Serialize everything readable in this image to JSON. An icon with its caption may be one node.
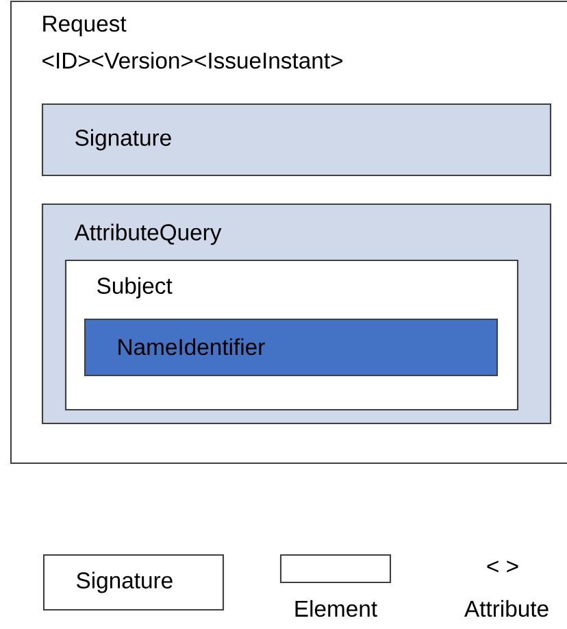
{
  "diagram": {
    "nodes": [
      {
        "text": [
          "Request",
          "<ID><Version><IssueInstant>"
        ]
      },
      {
        "text": [
          "Signature"
        ],
        "in": 0
      },
      {
        "text": [
          "AttributeQuery"
        ],
        "in": 0
      },
      {
        "text": [
          "Subject"
        ],
        "in": 2
      },
      {
        "text": [
          "NameIdentifier"
        ],
        "in": 3
      },
      {
        "text": [
          "Signature"
        ]
      },
      {
        "text": [],
        "shape": "box",
        "beside": [
          "Element"
        ]
      }
    ],
    "labels": [
      "< >",
      "Attribute"
    ]
  }
}
